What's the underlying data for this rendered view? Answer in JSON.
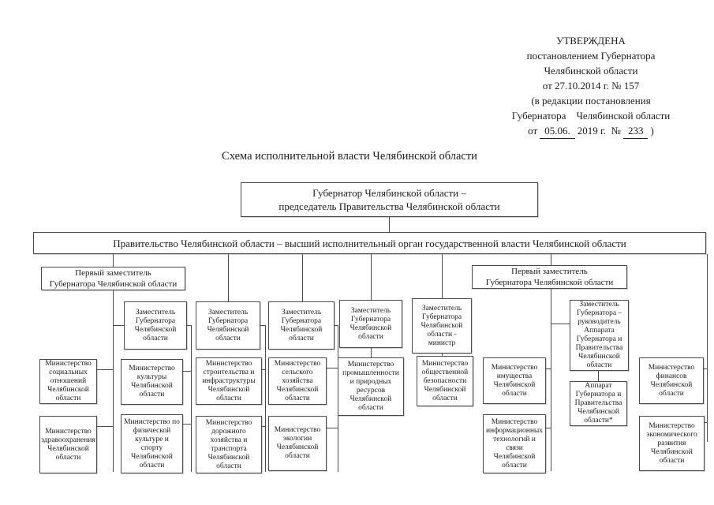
{
  "approval": {
    "lines": [
      "УТВЕРЖДЕНА",
      "постановлением Губернатора",
      "Челябинской области",
      "от 27.10.2014 г. № 157",
      "(в редакции постановления",
      "Губернатора    Челябинской области"
    ],
    "last_line": {
      "pre": "от",
      "date": "05.06.",
      "mid": "2019 г.  №",
      "num": "233",
      "post": ")"
    }
  },
  "title": "Схема исполнительной власти Челябинской области",
  "org": {
    "governor": "Губернатор Челябинской области –\nпредседатель Правительства Челябинской области",
    "government": "Правительство Челябинской области – высший исполнительный орган государственной власти Челябинской области",
    "first_deputy": "Первый заместитель\nГубернатора Челябинской области",
    "deputy": "Заместитель\nГубернатора\nЧелябинской\nобласти",
    "deputy_minister": "Заместитель\nГубернатора\nЧелябинской\nобласти -\nминистр",
    "deputy_head": "Заместитель\nГубернатора –\nруководитель\nАппарата\nГубернатора и\nПравительства\nЧелябинской\nобласти",
    "apparatus": "Аппарат\nГубернатора и\nПравительства\nЧелябинской\nобласти*",
    "ministries": {
      "social": "Министерство\nсоциальных\nотношений\nЧелябинской\nобласти",
      "culture": "Министерство\nкультуры\nЧелябинской\nобласти",
      "construction": "Министерство\nстроительства и\nинфраструктуры\nЧелябинской\nобласти",
      "agriculture": "Министерство\nсельского\nхозяйства\nЧелябинской\nобласти",
      "industry": "Министерство\nпромышленности\nи природных\nресурсов\nЧелябинской\nобласти",
      "safety": "Министерство\nобщественной\nбезопасности\nЧелябинской\nобласти",
      "property": "Министерство\nимущества\nЧелябинской\nобласти",
      "finance": "Министерство\nфинансов\nЧелябинской\nобласти",
      "health": "Министерство\nздравоохранения\nЧелябинской\nобласти",
      "sport": "Министерство по\nфизической\nкультуре и\nспорту\nЧелябинской\nобласти",
      "roads": "Министерство\nдорожного\nхозяйства и\nтранспорта\nЧелябинской\nобласти",
      "ecology": "Министерство\nэкологии\nЧелябинской\nобласти",
      "it": "Министерство\nинформационных\nтехнологий и\nсвязи\nЧелябинской\nобласти",
      "economy": "Министерство\nэкономического\nразвития\nЧелябинской\nобласти"
    }
  }
}
